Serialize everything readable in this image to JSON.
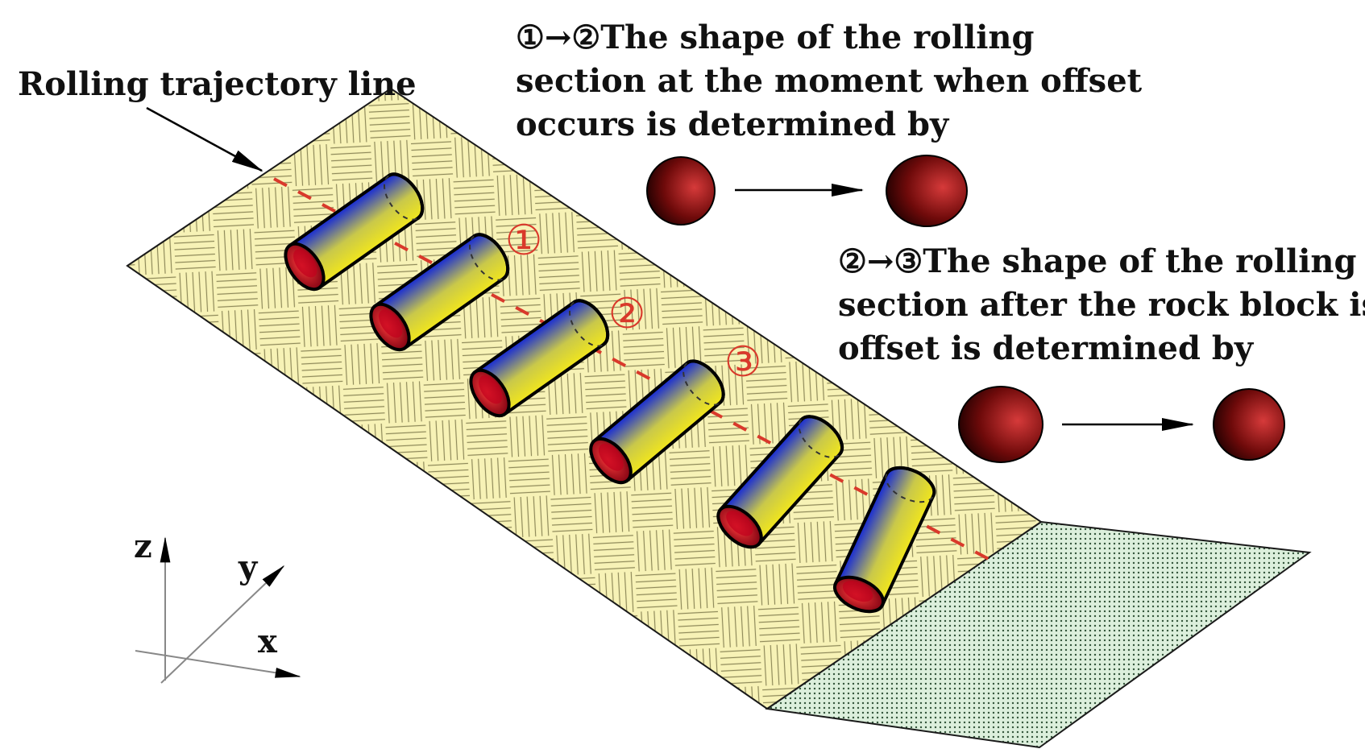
{
  "colors": {
    "slope_fill": "#f7f2b6",
    "slope_hatch": "#8f8a5a",
    "ground_fill": "#dcefdc",
    "ground_dots": "#33553a",
    "trajectory": "#d9392b",
    "cyl_top": "#1328d8",
    "cyl_bottom": "#f1e61c",
    "cyl_end": "#b3001b",
    "ball_light": "#c92a2a",
    "ball_dark": "#1a0000",
    "marker": "#d9392b"
  },
  "labels": {
    "trajectory": "Rolling trajectory line",
    "note_a": {
      "line1": "①→②The shape of the rolling",
      "line2": "section at the moment when offset",
      "line3": "occurs is determined by"
    },
    "note_b": {
      "line1": "②→③The shape of the rolling",
      "line2": "section after the rock block is",
      "line3": "offset is determined by"
    },
    "markers": [
      "①",
      "②",
      "③"
    ],
    "axes": {
      "z": "z",
      "y": "y",
      "x": "x"
    }
  },
  "icons": {
    "rock_cylinder": "cylinder-icon",
    "section_ball": "sphere-icon",
    "arrow": "arrow-right-icon"
  }
}
